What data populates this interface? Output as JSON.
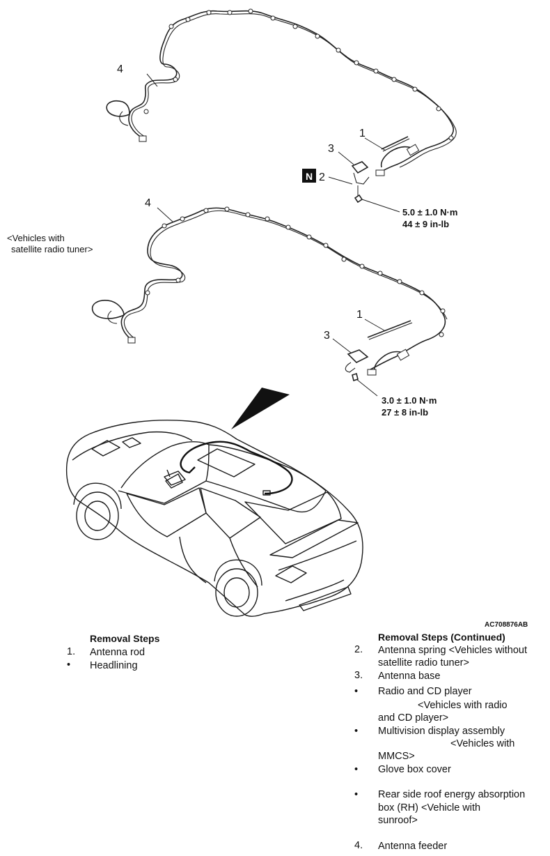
{
  "diagram": {
    "callouts": {
      "upper_4": "4",
      "upper_1": "1",
      "upper_3": "3",
      "upper_2": "2",
      "n_badge": "N",
      "lower_4": "4",
      "lower_1": "1",
      "lower_3": "3"
    },
    "torque_upper": {
      "line1": "5.0 ± 1.0 N·m",
      "line2": "44 ± 9 in-lb"
    },
    "torque_lower": {
      "line1": "3.0 ± 1.0 N·m",
      "line2": "27 ± 8 in-lb"
    },
    "variant_note": {
      "line1": "<Vehicles with",
      "line2": "satellite radio tuner>"
    },
    "figure_code": "AC708876AB"
  },
  "left_column": {
    "heading": "Removal Steps",
    "items": [
      {
        "marker": "1.",
        "text": "Antenna rod"
      },
      {
        "marker": "•",
        "text": "Headlining"
      }
    ]
  },
  "right_column": {
    "heading": "Removal Steps (Continued)",
    "items": [
      {
        "marker": "2.",
        "lines": [
          "Antenna spring <Vehicles without",
          "satellite radio tuner>"
        ]
      },
      {
        "marker": "3.",
        "lines": [
          "Antenna base"
        ]
      },
      {
        "marker": "•",
        "lines": [
          "Radio and CD player",
          "<Vehicles with radio",
          "and CD player>"
        ]
      },
      {
        "marker": "•",
        "lines": [
          "Multivision display assembly",
          "<Vehicles with",
          "MMCS>"
        ]
      },
      {
        "marker": "•",
        "lines": [
          "Glove box cover"
        ]
      },
      {
        "marker": "•",
        "lines": [
          "Rear side roof energy absorption",
          "box (RH) <Vehicle with",
          "sunroof>"
        ]
      },
      {
        "marker": "4.",
        "lines": [
          "Antenna feeder"
        ]
      }
    ]
  }
}
